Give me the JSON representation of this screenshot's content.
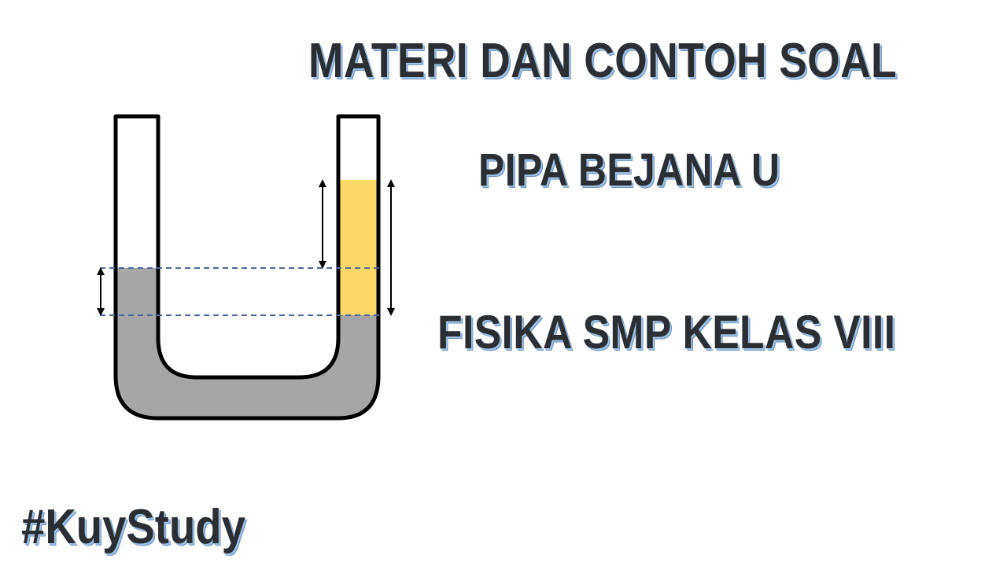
{
  "titles": {
    "main": "MATERI DAN CONTOH SOAL",
    "topic": "PIPA BEJANA U",
    "level": "FISIKA SMP KELAS VIII"
  },
  "hashtag": "#KuyStudy",
  "colors": {
    "tube_outline": "#000000",
    "liquid_dense": "#a6a6a6",
    "liquid_light": "#fdd868",
    "level_line": "#4a6b9a",
    "text": "#2b2f33",
    "text_shadow": "#9fc3e6"
  }
}
